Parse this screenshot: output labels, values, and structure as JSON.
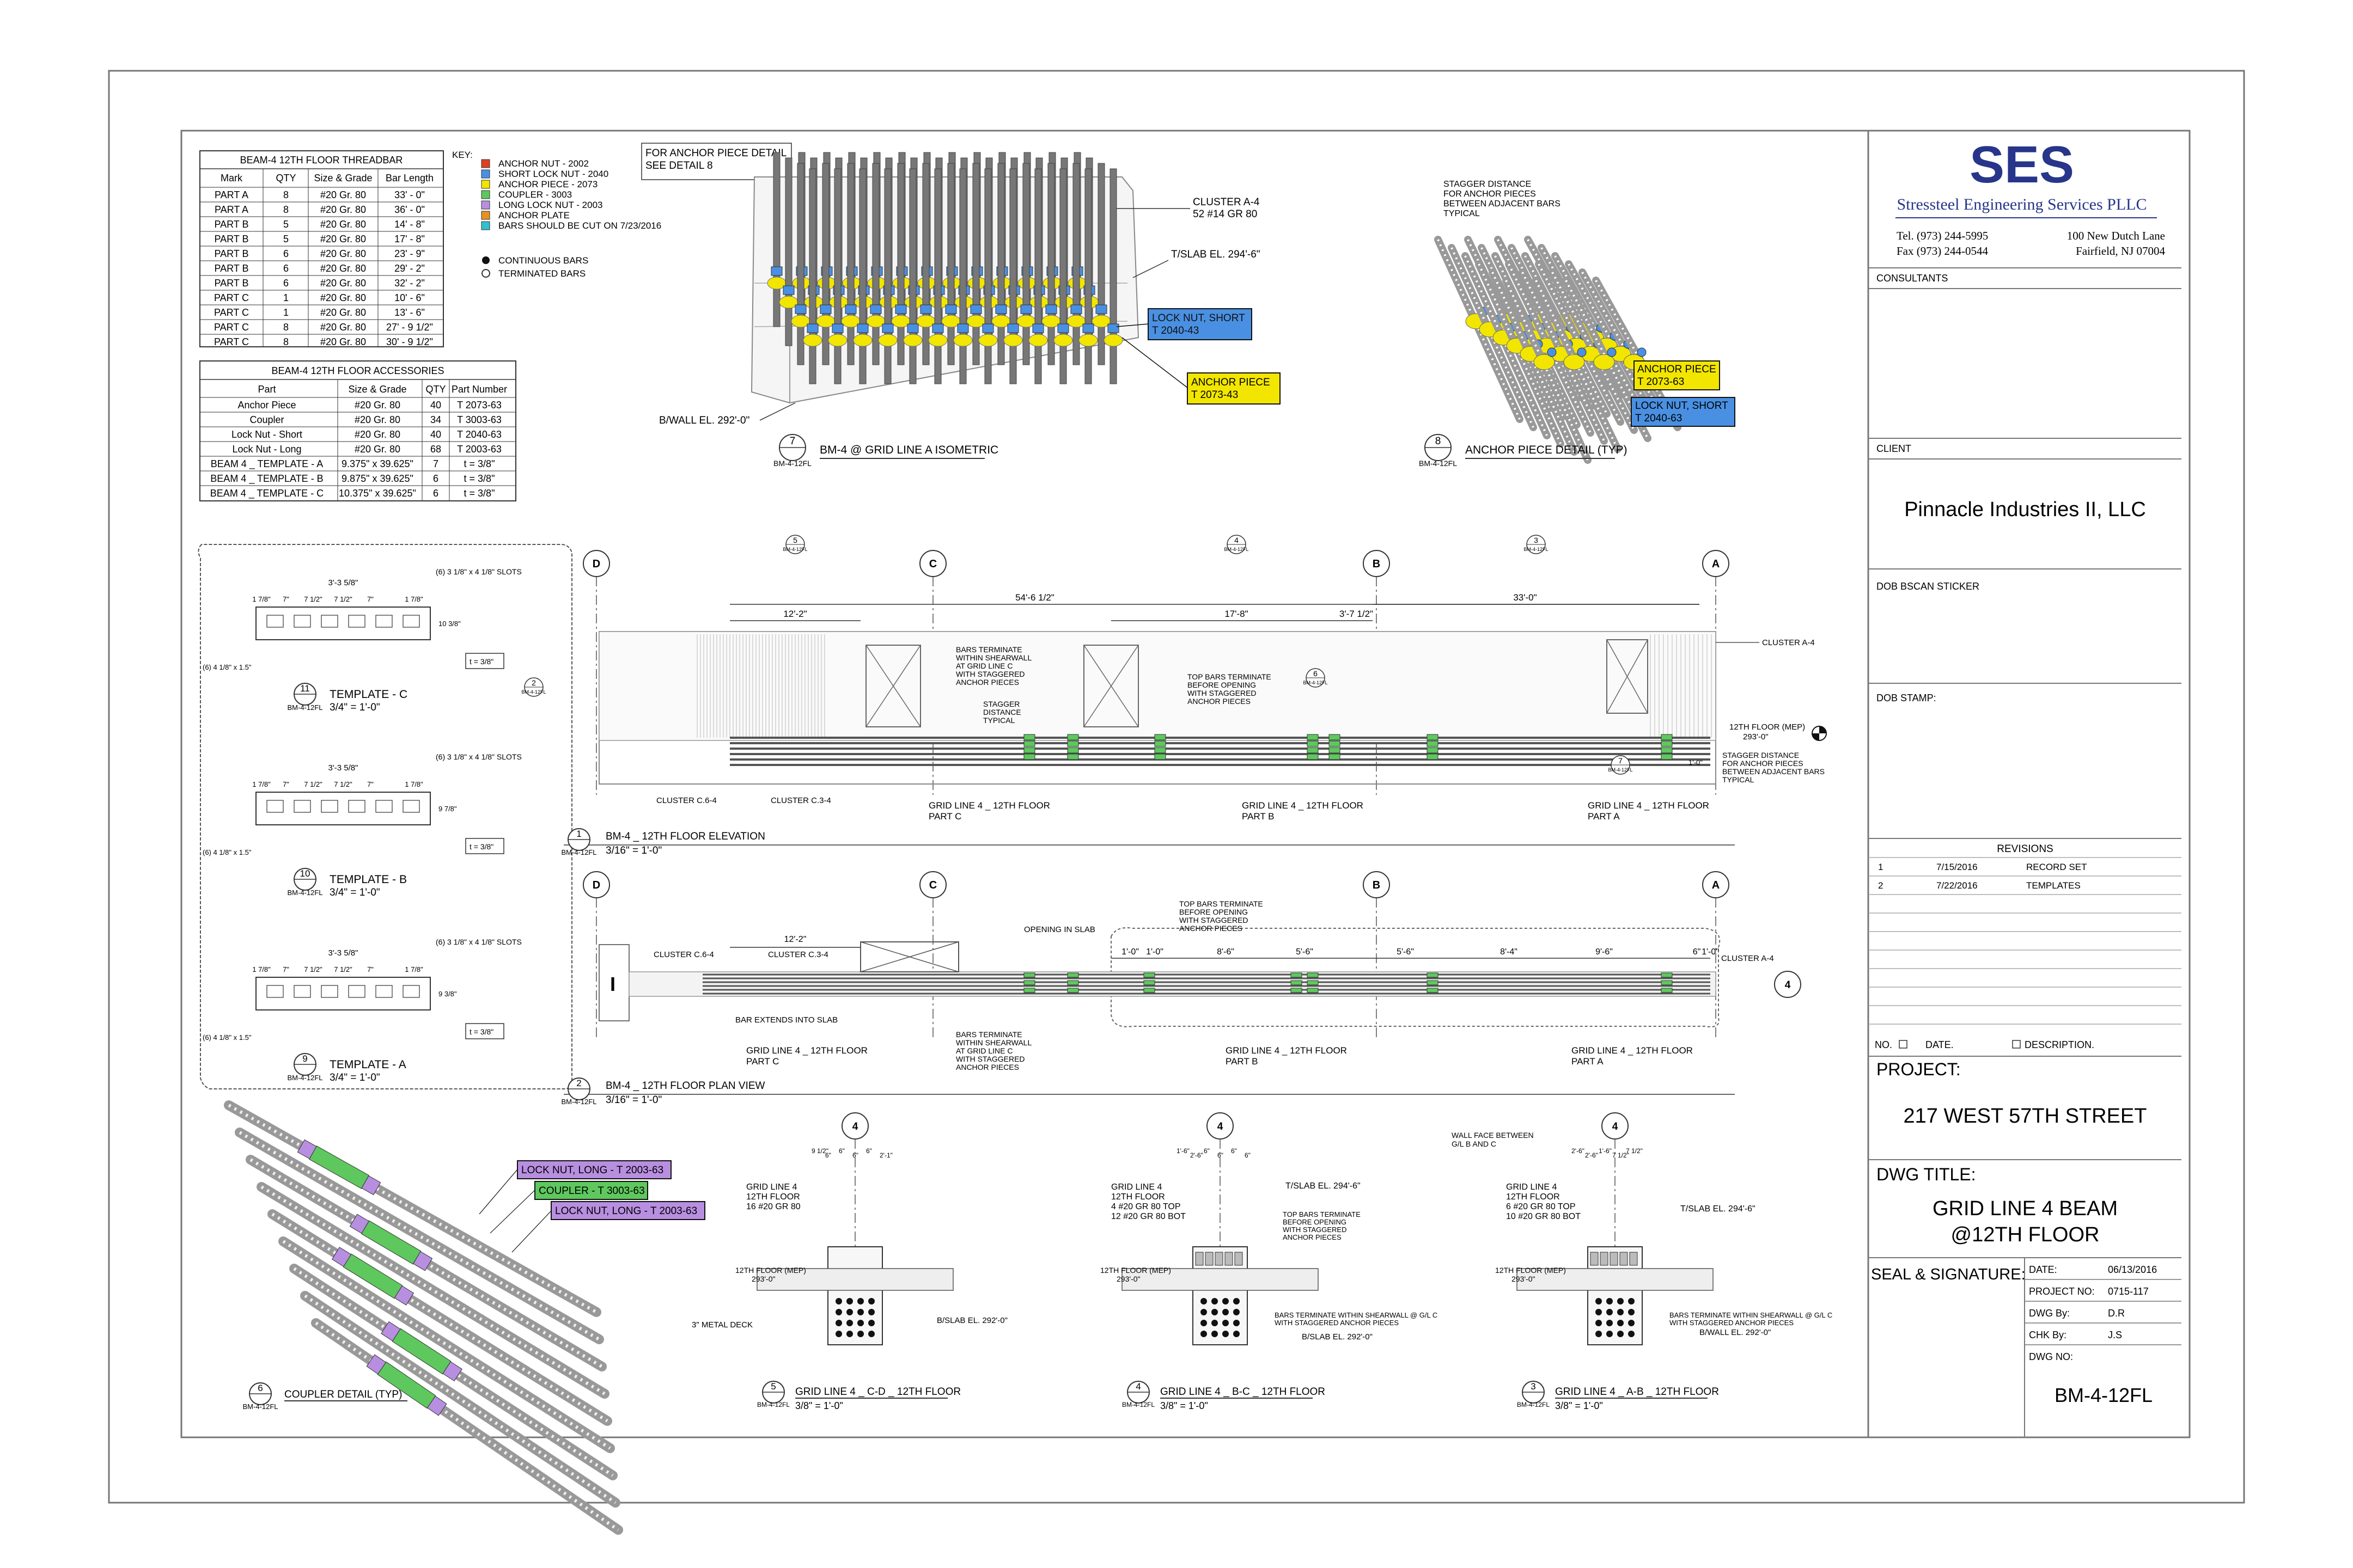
{
  "key": {
    "title": "KEY:",
    "items": [
      {
        "label": "ANCHOR NUT - 2002",
        "color": "#e04020"
      },
      {
        "label": "SHORT LOCK NUT - 2040",
        "color": "#4a90e2"
      },
      {
        "label": "ANCHOR PIECE - 2073",
        "color": "#f2e600"
      },
      {
        "label": "COUPLER - 3003",
        "color": "#5ec85e"
      },
      {
        "label": "LONG LOCK NUT - 2003",
        "color": "#b88fe0"
      },
      {
        "label": "ANCHOR PLATE",
        "color": "#e89020"
      },
      {
        "label": "BARS SHOULD BE CUT ON 7/23/2016",
        "color": "#30c0d0"
      }
    ],
    "continuous": "CONTINUOUS BARS",
    "terminated": "TERMINATED BARS"
  },
  "threadbar_table": {
    "title": "BEAM-4 12TH FLOOR THREADBAR",
    "headers": [
      "Mark",
      "QTY",
      "Size & Grade",
      "Bar Length"
    ],
    "rows": [
      [
        "PART A",
        "8",
        "#20 Gr. 80",
        "33' - 0\""
      ],
      [
        "PART A",
        "8",
        "#20 Gr. 80",
        "36' - 0\""
      ],
      [
        "PART B",
        "5",
        "#20 Gr. 80",
        "14' - 8\""
      ],
      [
        "PART B",
        "5",
        "#20 Gr. 80",
        "17' - 8\""
      ],
      [
        "PART B",
        "6",
        "#20 Gr. 80",
        "23' - 9\""
      ],
      [
        "PART B",
        "6",
        "#20 Gr. 80",
        "29' - 2\""
      ],
      [
        "PART B",
        "6",
        "#20 Gr. 80",
        "32' - 2\""
      ],
      [
        "PART C",
        "1",
        "#20 Gr. 80",
        "10' - 6\""
      ],
      [
        "PART C",
        "1",
        "#20 Gr. 80",
        "13' - 6\""
      ],
      [
        "PART C",
        "8",
        "#20 Gr. 80",
        "27' - 9 1/2\""
      ],
      [
        "PART C",
        "8",
        "#20 Gr. 80",
        "30' - 9 1/2\""
      ]
    ]
  },
  "accessories_table": {
    "title": "BEAM-4 12TH FLOOR ACCESSORIES",
    "headers": [
      "Part",
      "Size & Grade",
      "QTY",
      "Part Number"
    ],
    "rows": [
      [
        "Anchor Piece",
        "#20 Gr. 80",
        "40",
        "T 2073-63"
      ],
      [
        "Coupler",
        "#20 Gr. 80",
        "34",
        "T 3003-63"
      ],
      [
        "Lock Nut - Short",
        "#20 Gr. 80",
        "40",
        "T 2040-63"
      ],
      [
        "Lock Nut - Long",
        "#20 Gr. 80",
        "68",
        "T 2003-63"
      ],
      [
        "BEAM 4 _ TEMPLATE - A",
        "9.375\" x 39.625\"",
        "7",
        "t = 3/8\""
      ],
      [
        "BEAM 4 _ TEMPLATE - B",
        "9.875\" x 39.625\"",
        "6",
        "t = 3/8\""
      ],
      [
        "BEAM 4 _ TEMPLATE - C",
        "10.375\" x 39.625\"",
        "6",
        "t = 3/8\""
      ]
    ]
  },
  "iso": {
    "note1": "FOR ANCHOR PIECE DETAIL",
    "note2": "SEE DETAIL 8",
    "cluster": "CLUSTER A-4",
    "cluster_bars": "52 #14 GR 80",
    "tslab": "T/SLAB EL. 294'-6\"",
    "bwall": "B/WALL EL. 292'-0\"",
    "locknut1": "LOCK NUT, SHORT",
    "locknut2": "T 2040-43",
    "anchor1": "ANCHOR PIECE",
    "anchor2": "T 2073-43",
    "num": "7",
    "ref": "BM-4-12FL",
    "title": "BM-4 @ GRID LINE A ISOMETRIC"
  },
  "anchor_detail": {
    "note": [
      "STAGGER DISTANCE",
      "FOR ANCHOR PIECES",
      "BETWEEN ADJACENT BARS",
      "TYPICAL"
    ],
    "anchor1": "ANCHOR PIECE",
    "anchor2": "T 2073-63",
    "locknut1": "LOCK NUT, SHORT",
    "locknut2": "T 2040-63",
    "num": "8",
    "ref": "BM-4-12FL",
    "title": "ANCHOR PIECE DETAIL (TYP)"
  },
  "templates": [
    {
      "num": "11",
      "title": "TEMPLATE - C",
      "scale": "3/4\" = 1'-0\"",
      "width": "3'-3 5/8\"",
      "height": "10 3/8\"",
      "slots": "(6) 3 1/8\" x 4 1/8\" SLOTS",
      "holes": "(6) 4 1/8\" x 1.5\"",
      "t": "t = 3/8\"",
      "dims": [
        "1 7/8\"",
        "7\"",
        "7 1/2\"",
        "7 1/2\"",
        "7\"",
        "1 7/8\""
      ]
    },
    {
      "num": "10",
      "title": "TEMPLATE - B",
      "scale": "3/4\" = 1'-0\"",
      "width": "3'-3 5/8\"",
      "height": "9 7/8\"",
      "slots": "(6) 3 1/8\" x 4 1/8\" SLOTS",
      "holes": "(6) 4 1/8\" x 1.5\"",
      "t": "t = 3/8\"",
      "dims": [
        "1 7/8\"",
        "7\"",
        "7 1/2\"",
        "7 1/2\"",
        "7\"",
        "1 7/8\""
      ]
    },
    {
      "num": "9",
      "title": "TEMPLATE - A",
      "scale": "3/4\" = 1'-0\"",
      "width": "3'-3 5/8\"",
      "height": "9 3/8\"",
      "slots": "(6) 3 1/8\" x 4 1/8\" SLOTS",
      "holes": "(6) 4 1/8\" x 1.5\"",
      "t": "t = 3/8\"",
      "dims": [
        "1 7/8\"",
        "7\"",
        "7 1/2\"",
        "7 1/2\"",
        "7\"",
        "1 7/8\""
      ]
    }
  ],
  "template_ref": "BM-4-12FL",
  "grids": [
    "D",
    "C",
    "B",
    "A"
  ],
  "elevation": {
    "num": "1",
    "ref": "BM-4-12FL",
    "title": "BM-4 _ 12TH FLOOR ELEVATION",
    "scale": "3/16\" = 1'-0\"",
    "dims": [
      "54'-6 1/2\"",
      "12'-2\"",
      "17'-8\"",
      "3'-7 1/2\"",
      "33'-0\""
    ],
    "cluster_a": "CLUSTER A-4",
    "cluster_c6": "CLUSTER C.6-4",
    "cluster_c3": "CLUSTER C.3-4",
    "floor": "12TH FLOOR (MEP)",
    "floor_el": "293'-0\"",
    "note_c": [
      "BARS TERMINATE",
      "WITHIN SHEARWALL",
      "AT GRID LINE C",
      "WITH STAGGERED",
      "ANCHOR PIECES"
    ],
    "stagger": [
      "STAGGER",
      "DISTANCE",
      "TYPICAL"
    ],
    "top_bars": [
      "TOP BARS TERMINATE",
      "BEFORE OPENING",
      "WITH STAGGERED",
      "ANCHOR PIECES"
    ],
    "stagger_right": [
      "STAGGER DISTANCE",
      "FOR ANCHOR PIECES",
      "BETWEEN ADJACENT BARS",
      "TYPICAL"
    ],
    "gl_c": [
      "GRID LINE 4 _ 12TH FLOOR",
      "PART C"
    ],
    "gl_b": [
      "GRID LINE 4 _ 12TH FLOOR",
      "PART B"
    ],
    "gl_a": [
      "GRID LINE 4 _ 12TH FLOOR",
      "PART A"
    ],
    "sec_refs": [
      {
        "n": "5",
        "r": "BM-4-12FL"
      },
      {
        "n": "4",
        "r": "BM-4-12FL"
      },
      {
        "n": "3",
        "r": "BM-4-12FL"
      },
      {
        "n": "2",
        "r": "BM-4-12FL"
      },
      {
        "n": "6",
        "r": "BM-4-12FL"
      },
      {
        "n": "7",
        "r": "BM-4-12FL"
      }
    ],
    "dim_small": "1'-0\""
  },
  "plan": {
    "num": "2",
    "ref": "BM-4-12FL",
    "title": "BM-4 _ 12TH FLOOR PLAN VIEW",
    "scale": "3/16\" = 1'-0\"",
    "opening": "OPENING IN SLAB",
    "cluster_c6": "CLUSTER C.6-4",
    "cluster_c3": "CLUSTER C.3-4",
    "cluster_a": "CLUSTER A-4",
    "extends": "BAR EXTENDS INTO SLAB",
    "dims": [
      "12'-2\"",
      "1'-0\"",
      "1'-0\"",
      "8'-6\"",
      "5'-6\"",
      "5'-6\"",
      "8'-4\"",
      "9'-6\"",
      "6\"",
      "1'-0\""
    ],
    "top_bars": [
      "TOP BARS TERMINATE",
      "BEFORE OPENING",
      "WITH STAGGERED",
      "ANCHOR PIECES"
    ],
    "note_c": [
      "BARS TERMINATE",
      "WITHIN SHEARWALL",
      "AT GRID LINE C",
      "WITH STAGGERED",
      "ANCHOR PIECES"
    ],
    "gl_c": [
      "GRID LINE 4 _ 12TH FLOOR",
      "PART C"
    ],
    "gl_b": [
      "GRID LINE 4 _ 12TH FLOOR",
      "PART B"
    ],
    "gl_a": [
      "GRID LINE 4 _ 12TH FLOOR",
      "PART A"
    ],
    "grid4": "4"
  },
  "coupler": {
    "long1": "LOCK NUT, LONG - T 2003-63",
    "coupler": "COUPLER - T 3003-63",
    "long2": "LOCK NUT, LONG - T 2003-63",
    "num": "6",
    "ref": "BM-4-12FL",
    "title": "COUPLER DETAIL (TYP)"
  },
  "sections": [
    {
      "num": "5",
      "ref": "BM-4-12FL",
      "title": "GRID LINE 4 _ C-D _ 12TH FLOOR",
      "scale": "3/8\" = 1'-0\"",
      "grid": "4",
      "note": [
        "GRID LINE 4",
        "12TH FLOOR",
        "16 #20 GR 80"
      ],
      "floor": "12TH FLOOR (MEP)",
      "floor_el": "293'-0\"",
      "bslab": "B/SLAB EL. 292'-0\"",
      "deck": "3\" METAL DECK",
      "dims": [
        "9 1/2\"",
        "6\"",
        "6\"",
        "6\"",
        "6\"",
        "2'-1\""
      ]
    },
    {
      "num": "4",
      "ref": "BM-4-12FL",
      "title": "GRID LINE 4 _ B-C _ 12TH FLOOR",
      "scale": "3/8\" = 1'-0\"",
      "grid": "4",
      "note": [
        "GRID LINE 4",
        "12TH FLOOR",
        "4 #20 GR 80 TOP",
        "12 #20 GR 80 BOT"
      ],
      "tslab": "T/SLAB EL. 294'-6\"",
      "top_note": [
        "TOP BARS TERMINATE",
        "BEFORE OPENING",
        "WITH STAGGERED",
        "ANCHOR PIECES"
      ],
      "floor": "12TH FLOOR (MEP)",
      "floor_el": "293'-0\"",
      "bars_note": [
        "BARS TERMINATE WITHIN SHEARWALL @ G/L C",
        "WITH STAGGERED ANCHOR PIECES"
      ],
      "bslab": "B/SLAB EL. 292'-0\"",
      "dims": [
        "1'-6\"",
        "2'-6\"",
        "6\"",
        "6\"",
        "6\"",
        "6\""
      ]
    },
    {
      "num": "3",
      "ref": "BM-4-12FL",
      "title": "GRID LINE 4 _ A-B _ 12TH FLOOR",
      "scale": "3/8\" = 1'-0\"",
      "grid": "4",
      "wall": [
        "WALL FACE BETWEEN",
        "G/L B AND C"
      ],
      "note": [
        "GRID LINE 4",
        "12TH FLOOR",
        "6 #20 GR 80 TOP",
        "10 #20 GR 80 BOT"
      ],
      "tslab": "T/SLAB EL. 294'-6\"",
      "floor": "12TH FLOOR (MEP)",
      "floor_el": "293'-0\"",
      "bars_note": [
        "BARS TERMINATE WITHIN SHEARWALL @ G/L C",
        "WITH STAGGERED ANCHOR PIECES"
      ],
      "bwall": "B/WALL EL. 292'-0\"",
      "dims": [
        "2'-6\"",
        "2'-6\"",
        "1'-6\"",
        "7 1/2\"",
        "7 1/2\""
      ]
    }
  ],
  "title_block": {
    "logo": "SES",
    "company": "Stressteel Engineering Services PLLC",
    "tel": "Tel. (973) 244-5995",
    "fax": "Fax (973) 244-0544",
    "addr1": "100 New Dutch Lane",
    "addr2": "Fairfield, NJ 07004",
    "consultants": "CONSULTANTS",
    "client_label": "CLIENT",
    "client": "Pinnacle Industries II, LLC",
    "dob_bscan": "DOB BSCAN STICKER",
    "dob_stamp": "DOB STAMP:",
    "revisions": "REVISIONS",
    "rev_rows": [
      {
        "no": "1",
        "date": "7/15/2016",
        "desc": "RECORD SET"
      },
      {
        "no": "2",
        "date": "7/22/2016",
        "desc": "TEMPLATES"
      }
    ],
    "col_no": "NO.",
    "col_date": "DATE.",
    "col_desc": "DESCRIPTION.",
    "project_label": "PROJECT:",
    "project": "217 WEST 57TH STREET",
    "dwg_title_label": "DWG TITLE:",
    "dwg_title1": "GRID LINE 4 BEAM",
    "dwg_title2": "@12TH FLOOR",
    "seal": "SEAL & SIGNATURE:",
    "date_label": "DATE:",
    "date": "06/13/2016",
    "projno_label": "PROJECT NO:",
    "projno": "0715-117",
    "dwgby_label": "DWG By:",
    "dwgby": "D.R",
    "chkby_label": "CHK By:",
    "chkby": "J.S",
    "dwgno_label": "DWG NO:",
    "dwgno": "BM-4-12FL"
  }
}
